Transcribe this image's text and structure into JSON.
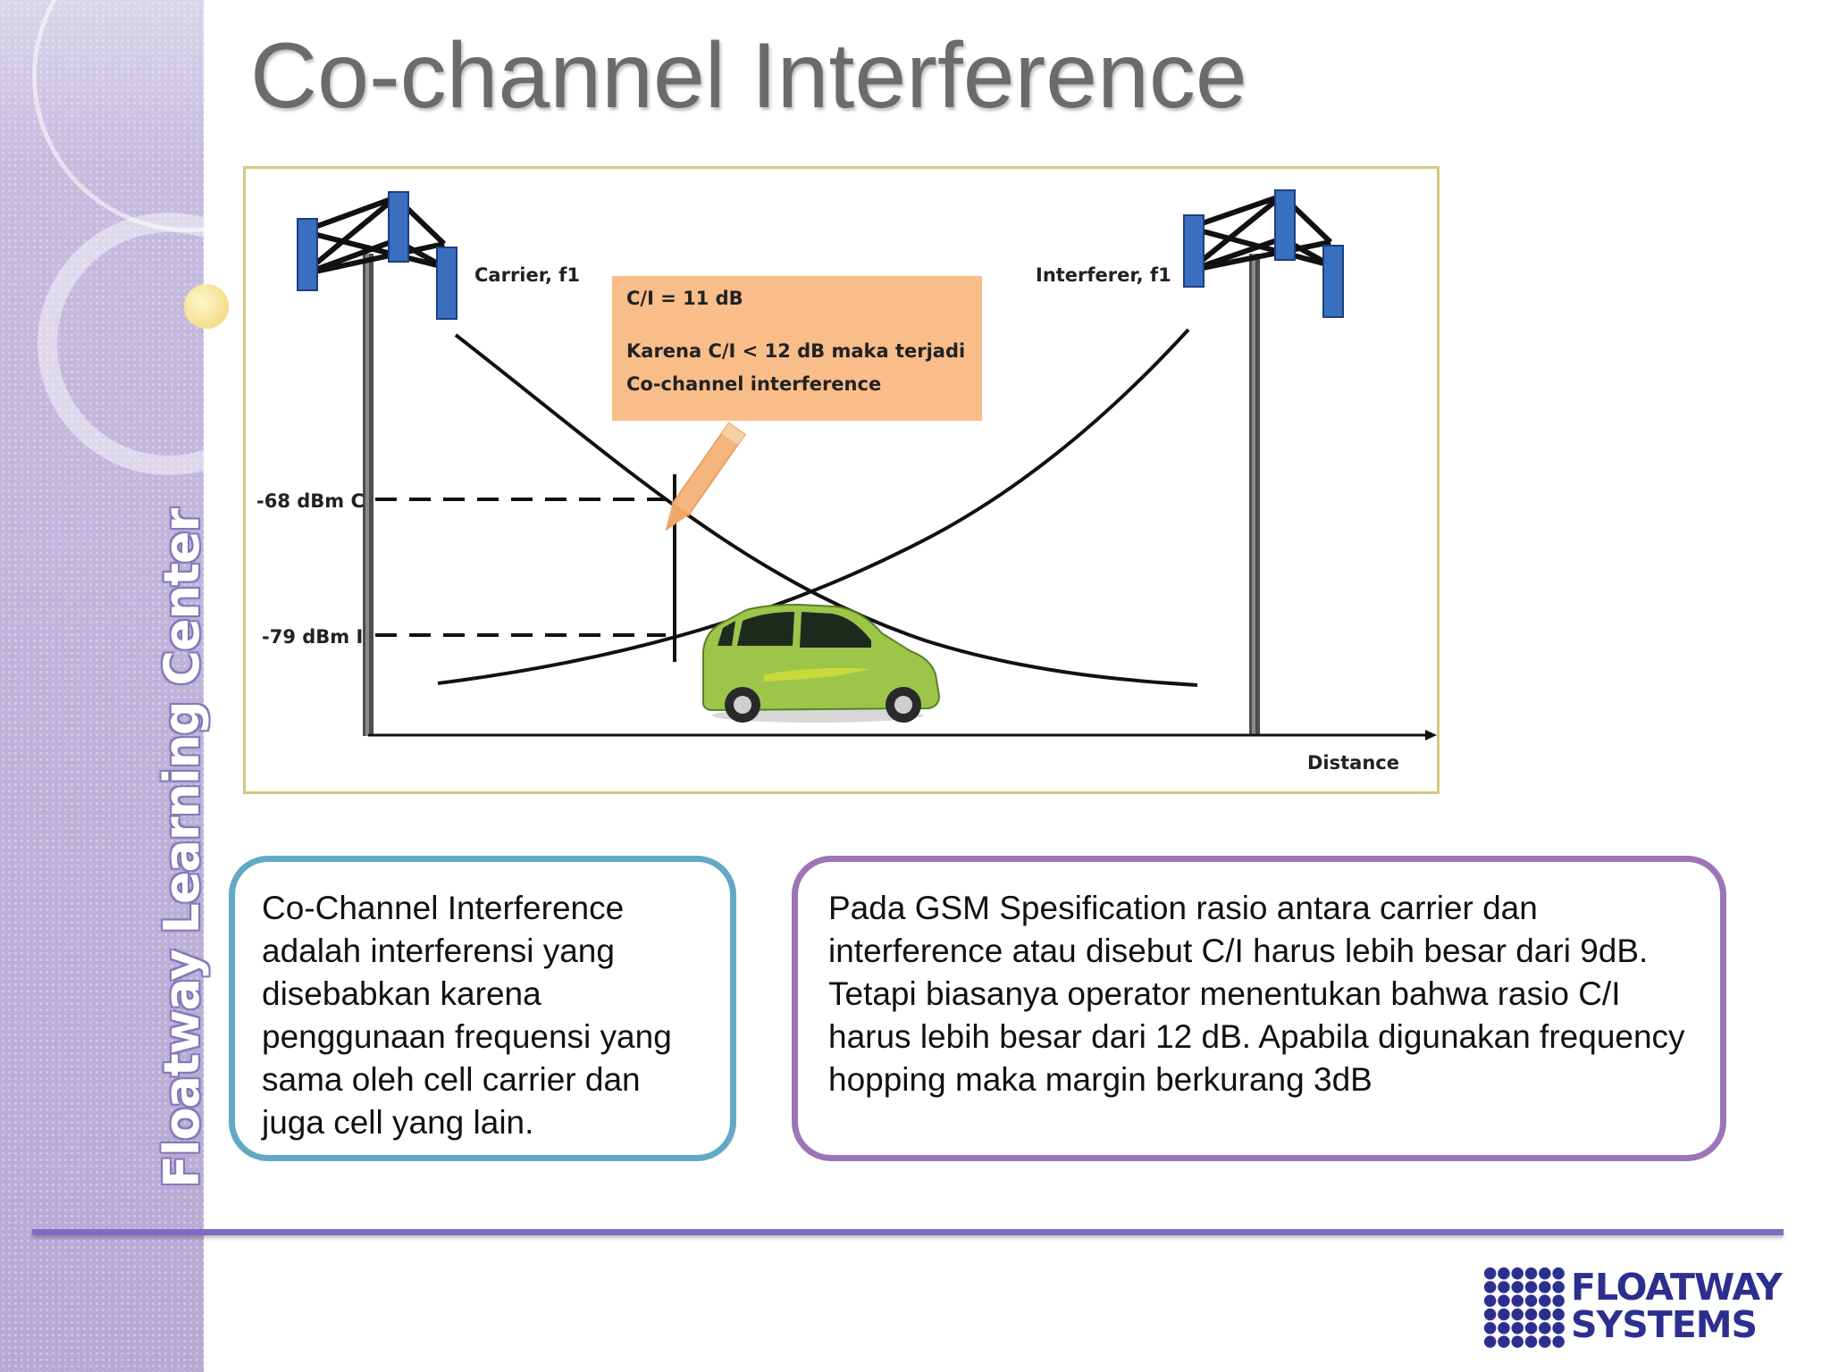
{
  "slide": {
    "title": "Co-channel Interference",
    "sidebar_text": "Floatway Learning Center"
  },
  "diagram": {
    "carrier_label": "Carrier, f1",
    "interferer_label": "Interferer, f1",
    "callout_line1": "C/I = 11 dB",
    "callout_line2": "Karena C/I < 12 dB maka terjadi",
    "callout_line3": "Co-channel interference",
    "level_c_label": "-68 dBm C",
    "level_i_label": "-79 dBm I",
    "x_axis_label": "Distance",
    "colors": {
      "callout_fill": "#f9bd8a",
      "pencil": "#f4b57f",
      "antenna": "#3a6fc0",
      "frame_border": "#d8c67e",
      "car_body": "#9cc54a"
    }
  },
  "boxes": {
    "left_text": "Co-Channel Interference adalah interferensi yang disebabkan karena penggunaan frequensi yang sama oleh cell carrier dan juga cell yang lain.",
    "right_text": "Pada GSM Spesification rasio antara carrier dan interference atau disebut C/I harus lebih besar dari 9dB. Tetapi biasanya operator menentukan bahwa rasio C/I harus lebih besar dari 12 dB. Apabila digunakan frequency hopping maka margin berkurang 3dB"
  },
  "logo": {
    "line1": "FLOATWAY",
    "line2": "SYSTEMS"
  }
}
